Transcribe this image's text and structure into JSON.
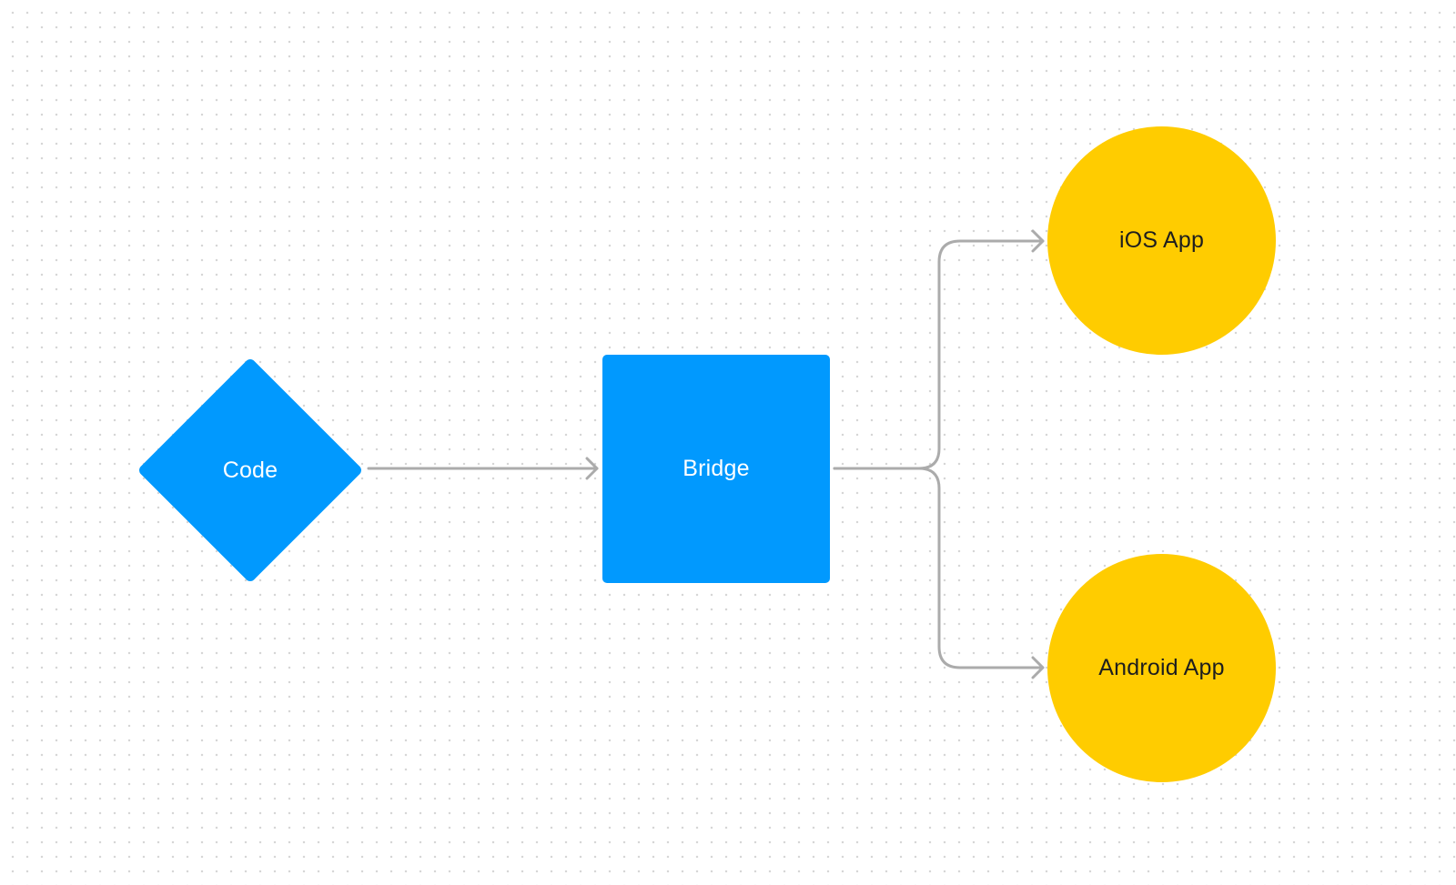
{
  "colors": {
    "primary_blue": "#0199FE",
    "accent_yellow": "#FFCC00",
    "connector_gray": "#ABABAB",
    "text_light": "#FFFFFF",
    "text_dark": "#1E1E1E"
  },
  "nodes": {
    "code": {
      "label": "Code",
      "shape": "diamond"
    },
    "bridge": {
      "label": "Bridge",
      "shape": "square"
    },
    "ios": {
      "label": "iOS App",
      "shape": "circle"
    },
    "android": {
      "label": "Android App",
      "shape": "circle"
    }
  },
  "edges": [
    {
      "from": "Code",
      "to": "Bridge"
    },
    {
      "from": "Bridge",
      "to": "iOS App"
    },
    {
      "from": "Bridge",
      "to": "Android App"
    }
  ]
}
